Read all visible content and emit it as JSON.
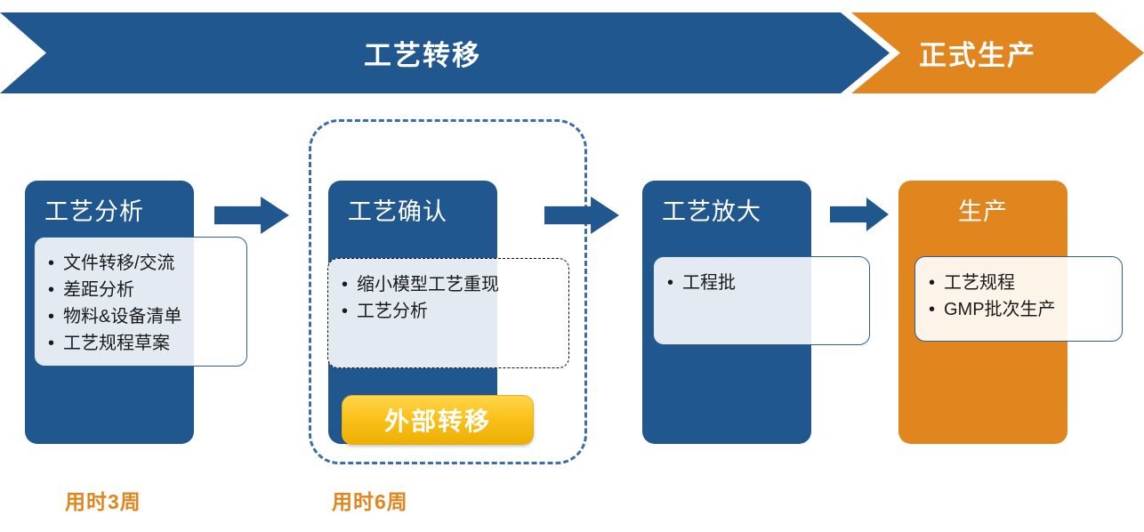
{
  "banner": {
    "phases": [
      {
        "id": "process-transfer",
        "label": "工艺转移",
        "color": "#21578F"
      },
      {
        "id": "formal-production",
        "label": "正式生产",
        "color": "#E1861F"
      }
    ]
  },
  "flow": {
    "arrow_color": "#21578F",
    "arrow_icon": "right-arrow-icon",
    "stages": [
      {
        "id": "process-analysis",
        "title": "工艺分析",
        "color": "#21578F",
        "bullets": [
          "文件转移/交流",
          "差距分析",
          "物料&设备清单",
          "工艺规程草案"
        ],
        "duration": "用时3周"
      },
      {
        "id": "process-confirmation",
        "title": "工艺确认",
        "color": "#21578F",
        "bullets": [
          "缩小模型工艺重现",
          "工艺分析"
        ],
        "duration": "用时6周",
        "badge": "外部转移",
        "badge_color": "#FBC21B",
        "grouped_dashed": true
      },
      {
        "id": "process-scaleup",
        "title": "工艺放大",
        "color": "#21578F",
        "bullets": [
          "工程批"
        ],
        "duration": ""
      },
      {
        "id": "production",
        "title": "生产",
        "color": "#E1861F",
        "bullets": [
          "工艺规程",
          "GMP批次生产"
        ],
        "duration": ""
      }
    ]
  }
}
